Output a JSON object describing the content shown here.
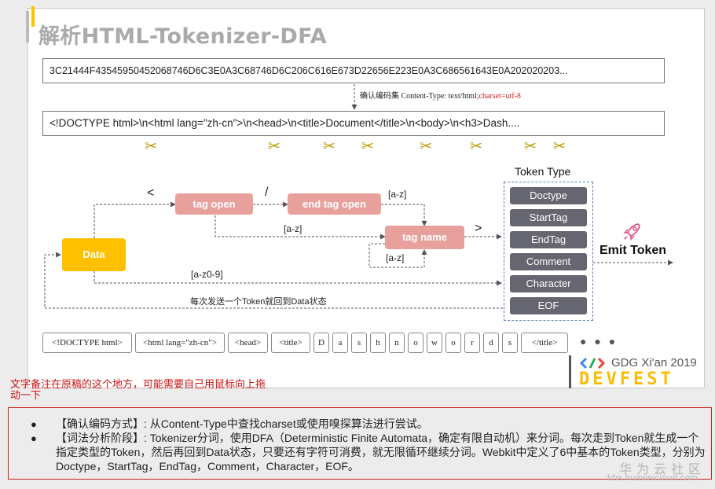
{
  "title": "解析HTML-Tokenizer-DFA",
  "hex_bytes": "3C21444F43545950452068746D6C3E0A3C68746D6C206C616E673D22656E223E0A3C686561643E0A202020203...",
  "encoding_note": {
    "label": "确认编码集  Content-Type: text/html;",
    "charset": "charset=utf-8"
  },
  "source_text": "<!DOCTYPE html>\\n<html lang=\"zh-cn\">\\n<head>\\n<title>Document</title>\\n<body>\\n<h3>Dash....",
  "scissor_icon": "scissors-icon",
  "dfa": {
    "data_state": "Data",
    "tag_open": "tag open",
    "end_tag_open": "end tag open",
    "tag_name": "tag name",
    "label_lt": "<",
    "label_slash": "/",
    "label_az_1": "[a-z]",
    "label_az_2": "[a-z]",
    "label_az_3": "[a-z]",
    "label_gt": ">",
    "label_az09": "[a-z0-9]",
    "return_text": "每次发送一个Token就回到Data状态"
  },
  "token_type": {
    "title": "Token Type",
    "items": [
      "Doctype",
      "StartTag",
      "EndTag",
      "Comment",
      "Character",
      "EOF"
    ]
  },
  "emit_token": "Emit Token",
  "tokens": [
    "<!DOCTYPE html>",
    "<html lang=\"zh-cn\">",
    "<head>",
    "<title>",
    "D",
    "a",
    "s",
    "h",
    "n",
    "o",
    "w",
    "o",
    "r",
    "d",
    "s",
    "</title>"
  ],
  "ellipsis": "● ● ●",
  "logo": {
    "gdg": "GDG Xi'an 2019",
    "devfest": "DEVFEST"
  },
  "overlay_note": "文字备注在原稿的这个地方，可能需要自己用鼠标向上拖动一下",
  "notes": [
    "【确认编码方式】: 从Content-Type中查找charset或使用嗅探算法进行尝试。",
    "【词法分析阶段】: Tokenizer分词，使用DFA（Deterministic Finite Automata，确定有限自动机）来分词。每次走到Token就生成一个指定类型的Token，然后再回到Data状态，只要还有字符可消费，就无限循环继续分词。Webkit中定义了6中基本的Token类型，分别为Doctype，StartTag，EndTag，Comment，Character，EOF。"
  ],
  "watermark": {
    "site": "华为云社区",
    "url": "bbs.huaweicloud.com"
  },
  "colors": {
    "node_pink": "#e8a09c",
    "node_yellow": "#ffc000",
    "token_type_fill": "#666670",
    "accent_red": "#d62020"
  }
}
